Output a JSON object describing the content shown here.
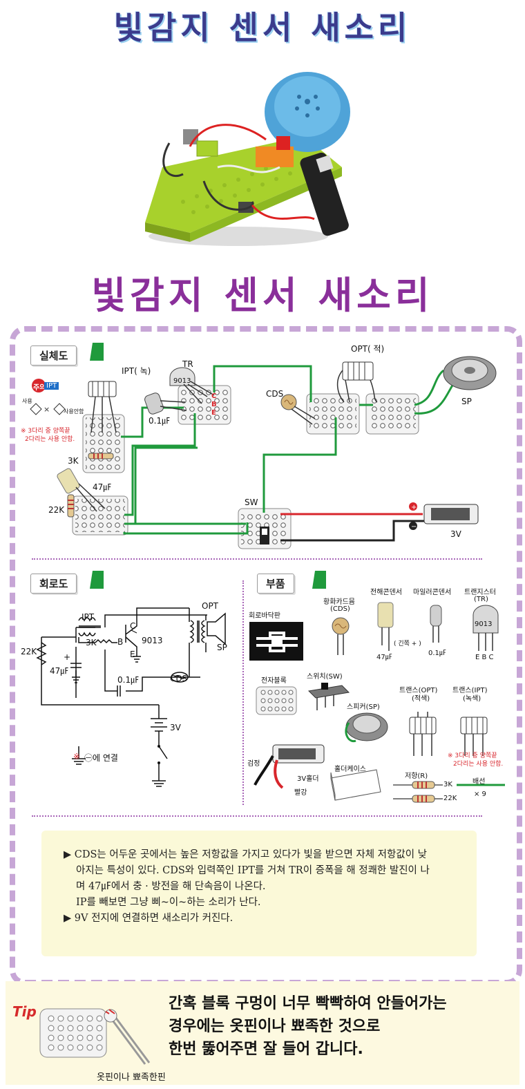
{
  "header": {
    "banner_title": "빛감지 센서 새소리",
    "main_title": "빛감지 센서 새소리"
  },
  "sections": {
    "wiring": "실체도",
    "circuit": "회로도",
    "parts": "부품"
  },
  "wiring_labels": {
    "ipt": "IPT( 녹)",
    "tr": "TR",
    "tr_model": "9013",
    "opt": "OPT( 적)",
    "cds": "CDS",
    "sp": "SP",
    "sw": "SW",
    "bat": "3V",
    "r3k": "3K",
    "c47": "47㎌",
    "r22k": "22K",
    "c01": "0.1㎌",
    "caution_badge": "주의",
    "caution_ipt": "IPT",
    "caution_use": "사용",
    "caution_nouse": "사용안함",
    "caution_note1": "※ 3다리 중 양쪽끝",
    "caution_note2": "2다리는 사용 안함.",
    "pin_c": "C",
    "pin_b": "B",
    "pin_e": "E"
  },
  "circuit_labels": {
    "ipt": "IPT",
    "r3k": "3K",
    "r22k": "22K",
    "c47": "47㎌",
    "plus": "+",
    "b": "B",
    "c": "C",
    "e": "E",
    "tr": "9013",
    "opt": "OPT",
    "sp": "SP",
    "c01": "0.1㎌",
    "cds": "CDS",
    "bat": "3V",
    "ground_note_mark": "※",
    "ground_note": "㊀에 연결"
  },
  "parts": {
    "pcb": "회로바닥판",
    "cds_name": "황화카드뮴",
    "cds_code": "(CDS)",
    "elec_cap": "전해콘덴서",
    "elec_val": "47㎌",
    "elec_note": "( 긴쪽 + )",
    "mylar_cap": "마일러콘덴서",
    "mylar_val": "0.1㎌",
    "transistor": "트랜지스터",
    "tr_code": "(TR)",
    "tr_model": "9013",
    "tr_pins": "E B C",
    "block": "전자블록",
    "switch": "스위치(SW)",
    "speaker": "스피커(SP)",
    "opt": "트랜스(OPT)",
    "opt_color": "(적색)",
    "ipt": "트랜스(IPT)",
    "ipt_color": "(녹색)",
    "ipt_note1": "※ 3다리 중 양쪽끝",
    "ipt_note2": "2다리는 사용 안함.",
    "black": "검정",
    "holder3v": "3V홀더",
    "red_label": "빨강",
    "holder_case": "홀더케이스",
    "resistor": "저항(R)",
    "r3k": "3K",
    "r22k": "22K",
    "wire": "배선",
    "wire_count": "× 9"
  },
  "notes": {
    "line1": "▶ CDS는 어두운 곳에서는 높은 저항값을 가지고 있다가 빛을 받으면 자체 저항값이 낮",
    "line2": "아지는 특성이 있다. CDS와 입력쪽인 IPT를 거쳐 TR이 증폭을 해 정쾌한 발진이 나",
    "line3": "며 47㎌에서 충 · 방전을 해 단속음이 나온다.",
    "line4": "IP를 빼보면 그냥 삐~이~하는 소리가 난다.",
    "line5": "▶ 9V 전지에 연결하면 새소리가 커진다."
  },
  "tip": {
    "label": "Tip",
    "line1": "간혹 블록 구멍이 너무 빡빡하여 안들어가는",
    "line2": "경우에는 옷핀이나 뾰족한 것으로",
    "line3": "한번 뚫어주면 잘 들어 갑니다.",
    "caption": "옷핀이나 뾰족한핀"
  },
  "colors": {
    "title_blue": "#3b3b8c",
    "title_purple": "#8a2f9a",
    "frame": "#c7a6d6",
    "wire_green": "#1f9a3c",
    "wire_red": "#d8262c",
    "note_bg": "#fbf9d8"
  }
}
